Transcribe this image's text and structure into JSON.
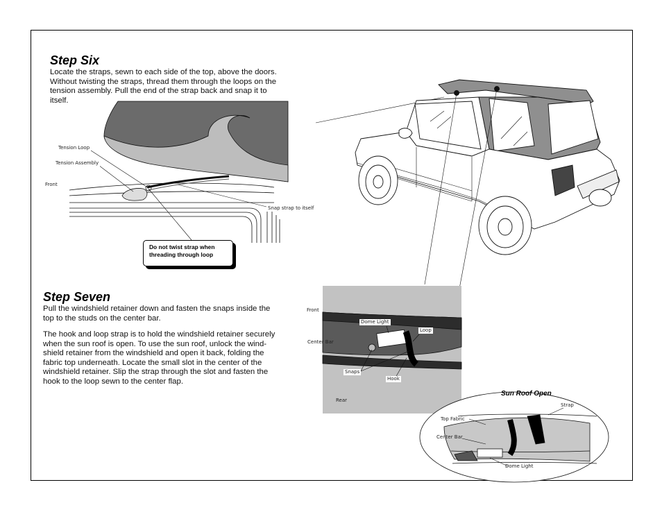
{
  "step_six": {
    "title": "Step Six",
    "lines": [
      "Locate the straps, sewn to each side of the top, above the doors.",
      "Without twisting the straps, thread them through the loops on the",
      "tension assembly. Pull the end of the strap back and snap it to",
      "itself."
    ],
    "labels": {
      "tension_loop": "Tension Loop",
      "tension_assembly": "Tension Assembly",
      "front": "Front",
      "snap_strap": "Snap strap to itself"
    },
    "callout": [
      "Do not twist strap when",
      "threading through loop"
    ]
  },
  "step_seven": {
    "title": "Step Seven",
    "para1": [
      "Pull the windshield retainer down and fasten the snaps inside the",
      "top to the studs on the center bar."
    ],
    "para2": [
      "The hook and loop strap is to hold the windshield retainer securely",
      "when the sun roof is open. To use the sun roof, unlock the wind-",
      "shield retainer from the windshield and open it back, folding the",
      "fabric top underneath. Locate the small slot in the center of the",
      "windshield retainer. Slip the strap through the slot and fasten the",
      "hook to the loop sewn to the center flap."
    ]
  },
  "detail": {
    "front": "Front",
    "center_bar": "Center Bar",
    "dome_light": "Dome Light",
    "loop": "Loop",
    "snaps": "Snaps",
    "hook": "Hook",
    "rear": "Rear"
  },
  "sunroof": {
    "title": "Sun Roof Open",
    "strap": "Strap",
    "top_fabric": "Top Fabric",
    "center_bar": "Center Bar",
    "dome_light": "Dome Light"
  }
}
